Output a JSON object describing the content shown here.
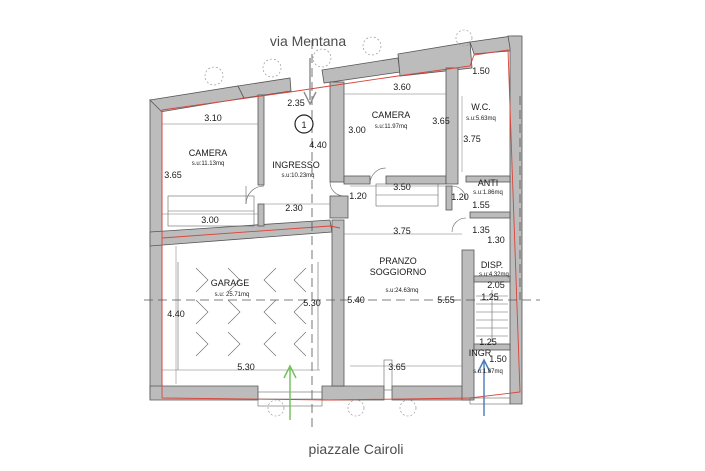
{
  "streets": {
    "top": "via Mentana",
    "bottom": "piazzale Cairoli"
  },
  "section_marker": "1",
  "rooms": {
    "camera_left": {
      "name": "CAMERA",
      "area": "s.u:11.13mq"
    },
    "ingresso": {
      "name": "INGRESSO",
      "area": "s.u:10.23mq"
    },
    "camera_right": {
      "name": "CAMERA",
      "area": "s.u:11.97mq"
    },
    "wc": {
      "name": "W.C.",
      "area": "s.u:5.63mq"
    },
    "anti": {
      "name": "ANTI",
      "area": "s.u:1.86mq"
    },
    "garage": {
      "name": "GARAGE",
      "area": "s.u: 25.71mq"
    },
    "pranzo_line1": "PRANZO",
    "pranzo_line2": "SOGGIORNO",
    "pranzo_area": "s.u:24.63mq",
    "disp": {
      "name": "DISP.",
      "area": "s.u:4.32mq"
    },
    "ingr": {
      "name": "INGR",
      "area": "s.u:1.87mq"
    }
  },
  "dimensions": {
    "d_2_35": "2.35",
    "d_3_10": "3.10",
    "d_3_65_left": "3.65",
    "d_3_00_left": "3.00",
    "d_2_30": "2.30",
    "d_4_40_top": "4.40",
    "d_3_60": "3.60",
    "d_1_50_top": "1.50",
    "d_3_00_right": "3.00",
    "d_3_65_right": "3.65",
    "d_3_75_wc": "3.75",
    "d_1_20": "1.20",
    "d_3_50": "3.50",
    "d_1_55": "1.55",
    "d_3_75_pranzo": "3.75",
    "d_1_35": "1.35",
    "d_1_30": "1.30",
    "d_2_05": "2.05",
    "d_1_25_a": "1.25",
    "d_4_40_garage": "4.40",
    "d_5_30_v": "5.30",
    "d_5_30_h": "5.30",
    "d_5_40": "5.40",
    "d_5_55": "5.55",
    "d_1_25_b": "1.25",
    "d_1_50_bottom": "1.50",
    "d_3_65_bottom": "3.65"
  },
  "colors": {
    "wall_fill": "#bcbcbc",
    "boundary_red": "#d9453b",
    "arrow_green": "#6fbf5a",
    "arrow_blue": "#4a78b8",
    "arrow_gray": "#8c8c8c"
  }
}
